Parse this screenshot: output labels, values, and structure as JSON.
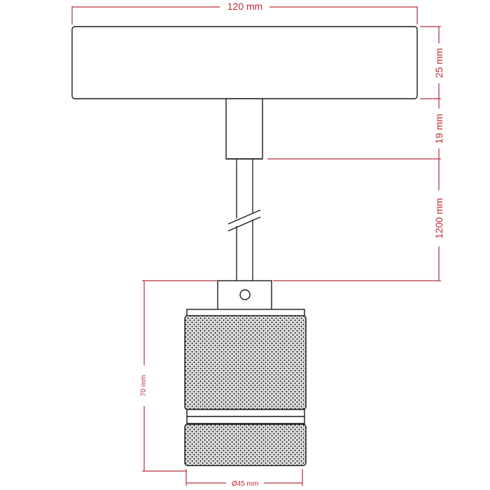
{
  "dimensions": {
    "canopy_width": "120 mm",
    "canopy_height": "25 mm",
    "stem_height": "19 mm",
    "cable_length": "1200 mm",
    "socket_height": "70 mm",
    "socket_diameter": "Ø45 mm"
  },
  "colors": {
    "dimension": "#b0303c",
    "outline": "#1a1a1a",
    "knurl": "#3a3a3a"
  },
  "components": {
    "canopy": "ceiling canopy",
    "stem": "cable grip stem",
    "cable": "pendant cable with break symbol",
    "bracket": "socket hanging bracket",
    "socket": "knurled lamp socket"
  }
}
